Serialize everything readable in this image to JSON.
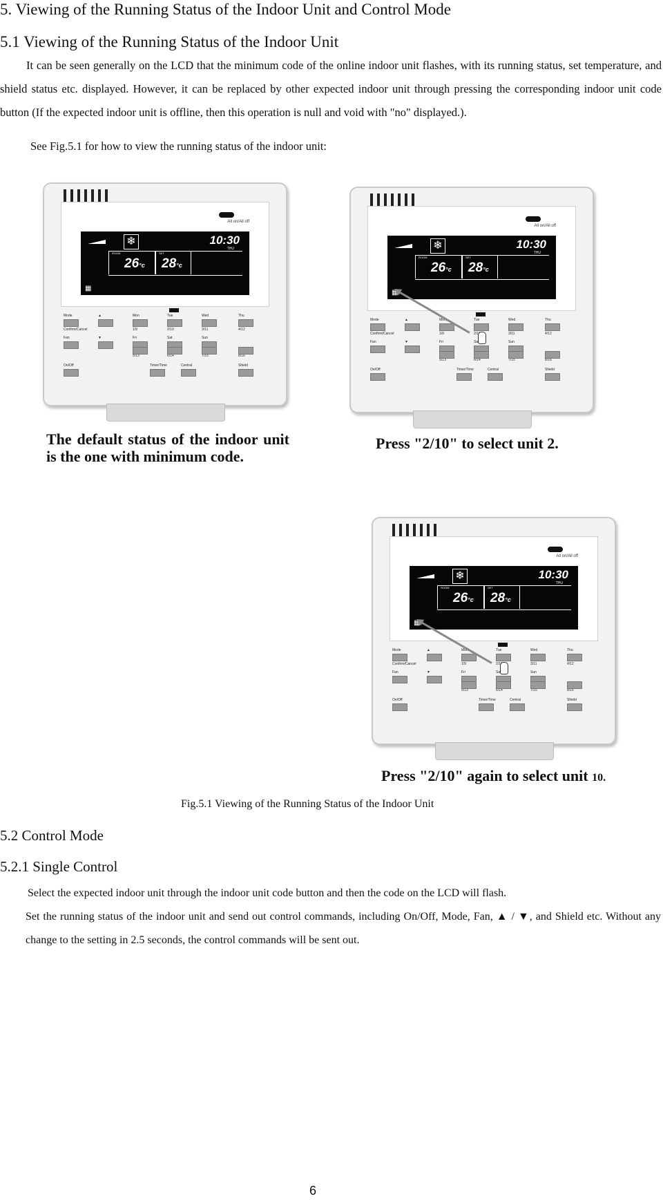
{
  "heading_main": "5. Viewing of the Running Status of the Indoor Unit and Control Mode",
  "heading_sub": "5.1 Viewing of the Running Status of the Indoor Unit",
  "para1_indent": "It can be seen generally on the LCD that the minimum code of the online indoor unit flashes, with its running status, set temperature, and shield status etc. displayed. However, it can be replaced by other expected indoor unit through pressing the corresponding indoor unit code button (If the expected indoor unit is offline, then this operation is null and void with \"no\" displayed.).",
  "see_fig": "See Fig.5.1 for how to view the running status of the indoor unit:",
  "controller": {
    "all_on_off": "All on/All off",
    "time": "10:30",
    "day": "THU",
    "room_label": "ROOM",
    "set_label": "SET",
    "room_temp": "26",
    "set_temp": "28",
    "deg": "°c",
    "buttons": {
      "mode": "Mode",
      "up": "▲",
      "mon": "Mon",
      "tue": "Tue",
      "wed": "Wed",
      "thu": "Thu",
      "confirm": "Confirm/Cancel",
      "fan": "Fan",
      "down": "▼",
      "b1_9": "1/9",
      "b2_10": "2/10",
      "b3_11": "3/11",
      "b4_12": "4/12",
      "fri": "Fri",
      "sat": "Sat",
      "sun": "Sun",
      "b5_13": "5/13",
      "b6_14": "6/14",
      "b7_15": "7/15",
      "b8_16": "8/16",
      "onoff": "On/Off",
      "timer": "Timer/Time",
      "central": "Central",
      "shield": "Shield"
    }
  },
  "caption1": "The default status of the indoor unit is the one with minimum code.",
  "caption2": "Press \"2/10\" to select unit 2.",
  "caption3_main": "Press \"2/10\" again to select unit",
  "caption3_num": "10.",
  "fig_caption": "Fig.5.1 Viewing of the Running Status of the Indoor Unit",
  "heading_52": "5.2 Control Mode",
  "heading_521": "5.2.1 Single Control",
  "para2": "Select the expected indoor unit through the indoor unit code button and then the code on the LCD will flash.",
  "para3": "Set the running status of the indoor unit and send out control commands, including On/Off, Mode, Fan, ▲ / ▼, and Shield etc. Without any change to the setting in 2.5 seconds, the control commands will be sent out.",
  "page_number": "6"
}
